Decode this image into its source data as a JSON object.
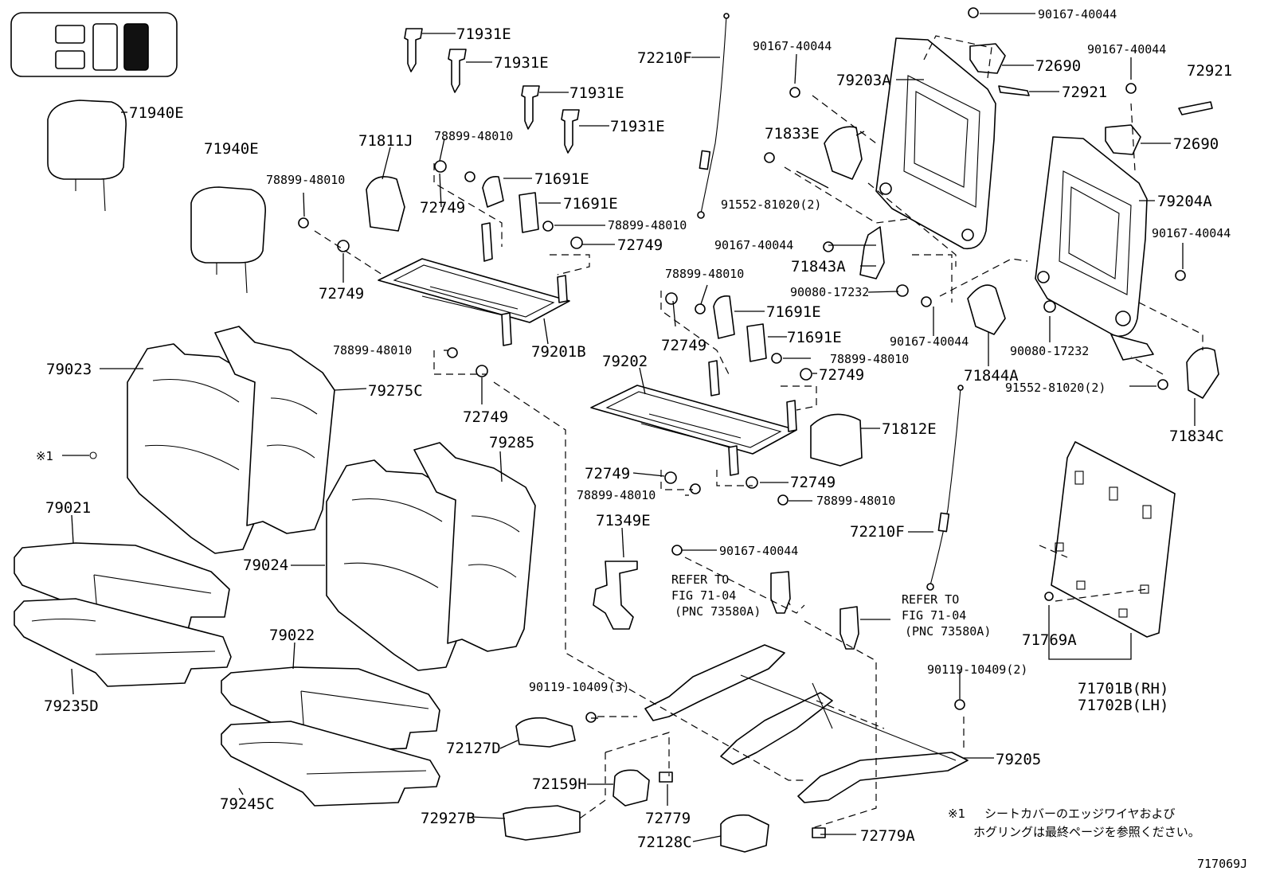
{
  "labels": {
    "l_71931E_1": "71931E",
    "l_71931E_2": "71931E",
    "l_71931E_3": "71931E",
    "l_71931E_4": "71931E",
    "l_72210F_1": "72210F",
    "l_90167_top": "90167-40044",
    "l_72690_1": "72690",
    "l_90167_left": "90167-40044",
    "l_79203A": "79203A",
    "l_72921_1": "72921",
    "l_90167_right": "90167-40044",
    "l_72921_2": "72921",
    "l_72690_2": "72690",
    "l_71940E_1": "71940E",
    "l_71940E_2": "71940E",
    "l_71811J": "71811J",
    "l_78899_a": "78899-48010",
    "l_78899_b": "78899-48010",
    "l_71691E_1": "71691E",
    "l_71691E_2": "71691E",
    "l_72749_a": "72749",
    "l_78899_c": "78899-48010",
    "l_72749_b": "72749",
    "l_72749_c": "72749",
    "l_71833E": "71833E",
    "l_91552_1": "91552-81020(2)",
    "l_79204A": "79204A",
    "l_90167_mid": "90167-40044",
    "l_71843A": "71843A",
    "l_90167_far": "90167-40044",
    "l_78899_d": "78899-48010",
    "l_71691E_3": "71691E",
    "l_90080_1": "90080-17232",
    "l_72749_d": "72749",
    "l_71691E_4": "71691E",
    "l_78899_e": "78899-48010",
    "l_79201B": "79201B",
    "l_90167_low": "90167-40044",
    "l_90080_2": "90080-17232",
    "l_79202": "79202",
    "l_78899_f": "78899-48010",
    "l_72749_e": "72749",
    "l_71844A": "71844A",
    "l_91552_2": "91552-81020(2)",
    "l_79023": "79023",
    "l_79275C": "79275C",
    "l_72749_f": "72749",
    "l_71834C": "71834C",
    "l_71812E": "71812E",
    "l_ref1": "※1",
    "l_79285": "79285",
    "l_72749_g": "72749",
    "l_72749_h": "72749",
    "l_78899_g": "78899-48010",
    "l_78899_h": "78899-48010",
    "l_79021": "79021",
    "l_72210F_2": "72210F",
    "l_71349E": "71349E",
    "l_90167_bot": "90167-40044",
    "l_79024": "79024",
    "l_refer1_a": "REFER TO",
    "l_refer1_b": "FIG 71-04",
    "l_refer1_c": "(PNC 73580A)",
    "l_refer2_a": "REFER TO",
    "l_refer2_b": "FIG 71-04",
    "l_refer2_c": "(PNC 73580A)",
    "l_71769A": "71769A",
    "l_79022": "79022",
    "l_90119_1": "90119-10409(3)",
    "l_90119_2": "90119-10409(2)",
    "l_71701B": "71701B(RH)",
    "l_71702B": "71702B(LH)",
    "l_79235D": "79235D",
    "l_72127D": "72127D",
    "l_79205": "79205",
    "l_72159H": "72159H",
    "l_72927B": "72927B",
    "l_72779": "72779",
    "l_72128C": "72128C",
    "l_72779A": "72779A",
    "l_79245C": "79245C"
  },
  "footnote": {
    "mark": "※1",
    "line1": "シートカバーのエッジワイヤおよび",
    "line2": "ホグリングは最終ページを参照ください。"
  },
  "figure_code": "717069J"
}
